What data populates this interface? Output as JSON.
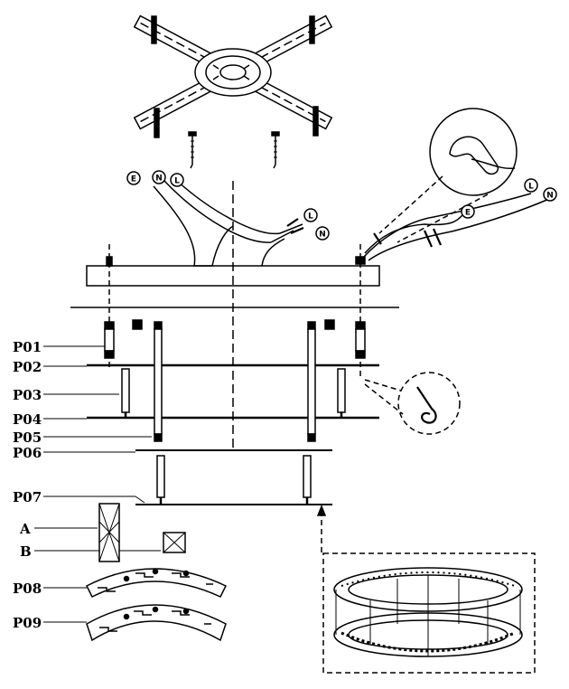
{
  "parts": {
    "p01": "P01",
    "p02": "P02",
    "p03": "P03",
    "p04": "P04",
    "p05": "P05",
    "p06": "P06",
    "p07": "P07",
    "a": "A",
    "b": "B",
    "p08": "P08",
    "p09": "P09"
  },
  "wires": {
    "earth": "E",
    "neutral": "N",
    "live": "L"
  }
}
